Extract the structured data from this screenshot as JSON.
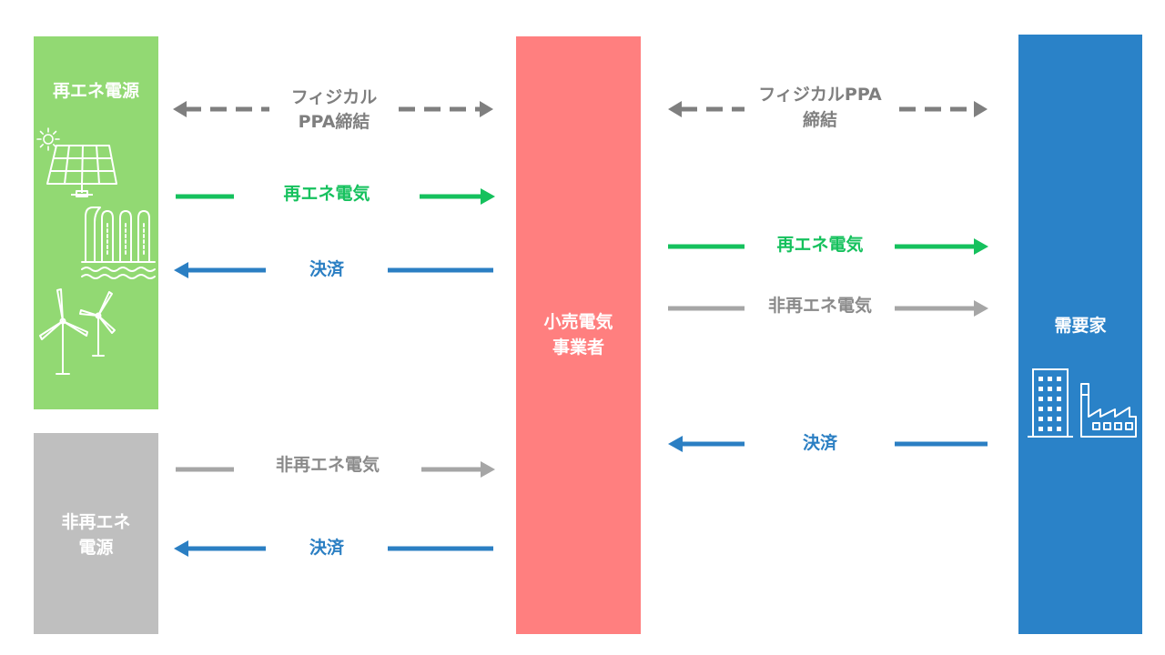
{
  "colors": {
    "renewable_box": "#92d973",
    "nonrenewable_box": "#bfbfbf",
    "retailer_box": "#ff7f7f",
    "consumer_box": "#2a82c8",
    "green_arrow": "#15c15d",
    "blue_arrow": "#2b7fc3",
    "gray_arrow": "#a6a6a6",
    "dashed_arrow": "#7f7f7f"
  },
  "boxes": {
    "renewable_source": {
      "label": "再エネ電源",
      "icons": [
        "solar-panel-icon",
        "sun-icon",
        "hydro-dam-icon",
        "wind-turbine-icon"
      ]
    },
    "nonrenewable_source": {
      "label_line1": "非再エネ",
      "label_line2": "電源"
    },
    "retailer": {
      "label_line1": "小売電気",
      "label_line2": "事業者"
    },
    "consumer": {
      "label": "需要家",
      "icons": [
        "office-building-icon",
        "factory-icon"
      ]
    }
  },
  "left_flows": {
    "physical_ppa": {
      "line1": "フィジカル",
      "line2": "PPA締結"
    },
    "renewable_power": "再エネ電気",
    "settlement_renewable": "決済",
    "nonrenewable_power": "非再エネ電気",
    "settlement_nonrenewable": "決済"
  },
  "right_flows": {
    "physical_ppa": {
      "line1": "フィジカルPPA",
      "line2": "締結"
    },
    "renewable_power": "再エネ電気",
    "nonrenewable_power": "非再エネ電気",
    "settlement": "決済"
  }
}
